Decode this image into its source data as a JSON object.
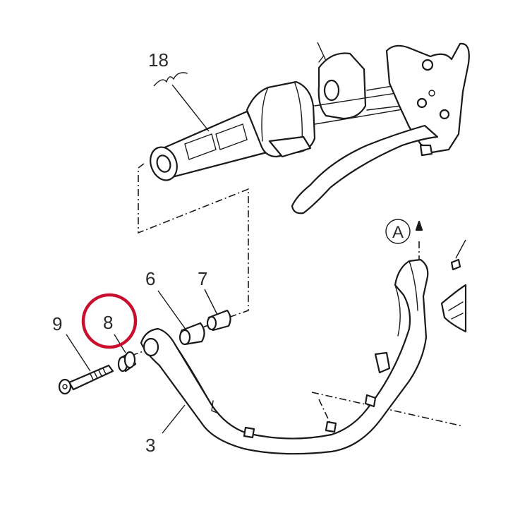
{
  "labels": {
    "part_18": "18",
    "part_6": "6",
    "part_7": "7",
    "part_9": "9",
    "part_8": "8",
    "part_3": "3",
    "view_a": "A"
  },
  "highlight": {
    "target": "8",
    "color": "#c8102e"
  }
}
